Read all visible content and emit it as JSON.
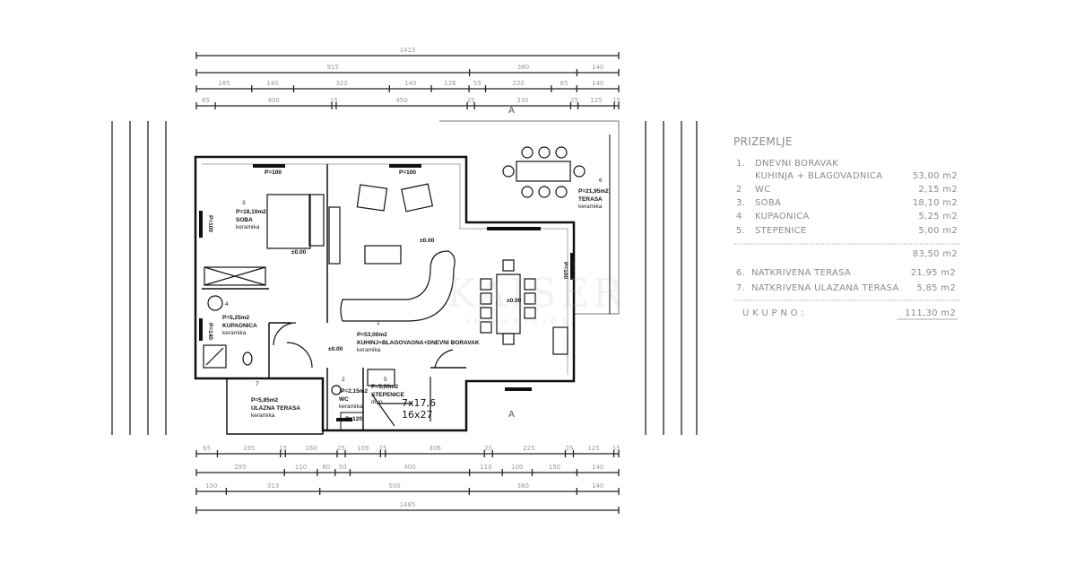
{
  "dimensions": {
    "top": [
      [
        "1415"
      ],
      [
        "915",
        "360",
        "140"
      ],
      [
        "185",
        "140",
        "320",
        "140",
        "126",
        "55",
        "220",
        "85",
        "140"
      ],
      [
        "65",
        "400",
        "15",
        "450",
        "25",
        "330",
        "25",
        "125",
        "15"
      ]
    ],
    "bottom": [
      [
        "65",
        "195",
        "15",
        "160",
        "25",
        "109",
        "15",
        "306",
        "25",
        "225",
        "25",
        "125",
        "15"
      ],
      [
        "295",
        "110",
        "60",
        "50",
        "400",
        "110",
        "100",
        "150",
        "140"
      ],
      [
        "100",
        "313",
        "500",
        "360",
        "140"
      ],
      [
        "1485"
      ]
    ]
  },
  "rooms": {
    "soba": {
      "num": "3",
      "area": "P=18,10m2",
      "name": "SOBA",
      "floor": "keramika"
    },
    "kupaonica": {
      "num": "4",
      "area": "P=5,25m2",
      "name": "KUPAONICA",
      "floor": "keramika"
    },
    "boravak": {
      "num": "1",
      "area": "P=53,00m2",
      "name": "KUHINJ+BLAGOVAONA+DNEVNI BORAVAK",
      "floor": "keramika"
    },
    "terasa": {
      "num": "6",
      "area": "P=21,95m2",
      "name": "TERASA",
      "floor": "keramika"
    },
    "ulazna": {
      "num": "7",
      "area": "P=5,85m2",
      "name": "ULAZNA TERASA",
      "floor": "keramika"
    },
    "wc": {
      "num": "2",
      "area": "P=2,15m2",
      "name": "WC",
      "floor": "keramika"
    },
    "stepenice": {
      "num": "5",
      "area": "P=5,00m2",
      "name": "STEPENICE",
      "floor": "drvo"
    }
  },
  "stairs": {
    "line1": "7x17,6",
    "line2": "16x27"
  },
  "windows": [
    "P=100",
    "P=100",
    "P=100",
    "P=140",
    "P=100",
    "P=120"
  ],
  "levels": "±0.00",
  "section_mark": "A",
  "watermark": {
    "main": "KAISER",
    "sub": "IMMOBILIEN"
  },
  "legend": {
    "title": "PRIZEMLJE",
    "items": [
      {
        "num": "1.",
        "name": "DNEVNI BORAVAK",
        "name2": "KUHINJA + BLAGOVADNICA",
        "area": "53,00 m2"
      },
      {
        "num": "2",
        "name": "WC",
        "area": "2,15 m2"
      },
      {
        "num": "3.",
        "name": "SOBA",
        "area": "18,10 m2"
      },
      {
        "num": "4",
        "name": "KUPAONICA",
        "area": "5,25 m2"
      },
      {
        "num": "5.",
        "name": "STEPENICE",
        "area": "5,00 m2"
      }
    ],
    "subtotal": "83,50 m2",
    "extra": [
      {
        "num": "6.",
        "name": "NATKRIVENA TERASA",
        "area": "21,95 m2"
      },
      {
        "num": "7.",
        "name": "NATKRIVENA ULAZANA TERASA",
        "area": "5,85 m2"
      }
    ],
    "total_label": "U K U P N O :",
    "total": "111,30 m2"
  }
}
